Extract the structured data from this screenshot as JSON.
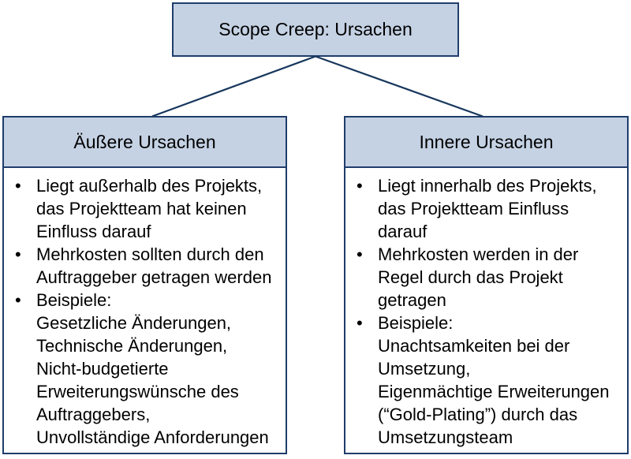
{
  "diagram": {
    "root": {
      "title": "Scope Creep: Ursachen"
    },
    "bullet_glyph": "•",
    "colors": {
      "box_fill": "#c5d2e4",
      "box_border": "#1f3d6b",
      "connector_line": "#17375d",
      "text": "#000000",
      "body_background": "#ffffff"
    },
    "branches": [
      {
        "title": "Äußere Ursachen",
        "bullets": [
          "Liegt außerhalb des Projekts,\ndas Projektteam hat keinen\nEinfluss darauf",
          "Mehrkosten sollten durch den\nAuftraggeber getragen werden",
          "Beispiele:\nGesetzliche Änderungen,\nTechnische Änderungen,\nNicht-budgetierte\nErweiterungswünsche des\nAuftraggebers,\nUnvollständige Anforderungen"
        ]
      },
      {
        "title": "Innere Ursachen",
        "bullets": [
          "Liegt innerhalb des Projekts,\ndas Projektteam Einfluss\ndarauf",
          "Mehrkosten werden in der\nRegel durch das Projekt\ngetragen",
          "Beispiele:\nUnachtsamkeiten bei der\nUmsetzung,\nEigenmächtige Erweiterungen\n(“Gold-Plating”) durch das\nUmsetzungsteam"
        ]
      }
    ]
  }
}
